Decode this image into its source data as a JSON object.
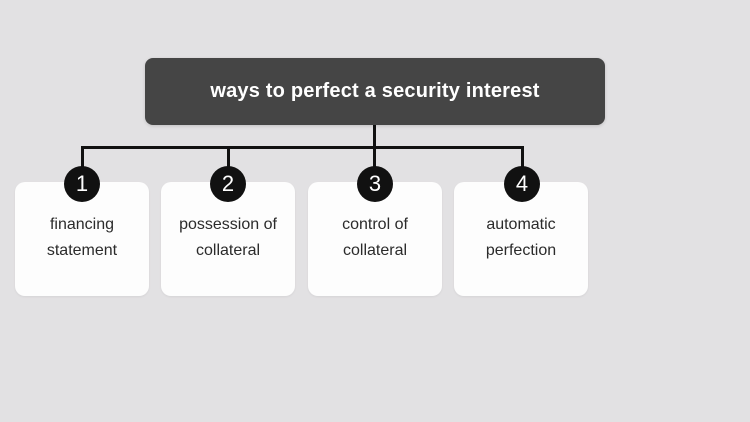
{
  "header": {
    "title": "ways to perfect a security interest"
  },
  "items": [
    {
      "number": "1",
      "label": "financing statement"
    },
    {
      "number": "2",
      "label": "possession of collateral"
    },
    {
      "number": "3",
      "label": "control of collateral"
    },
    {
      "number": "4",
      "label": "automatic perfection"
    }
  ],
  "colors": {
    "background": "#e2e1e3",
    "header_bg": "#454545",
    "header_text": "#ffffff",
    "line": "#111111",
    "circle_bg": "#111111",
    "circle_text": "#ffffff",
    "card_bg": "#fdfdfd",
    "card_text": "#2b2b2b"
  }
}
